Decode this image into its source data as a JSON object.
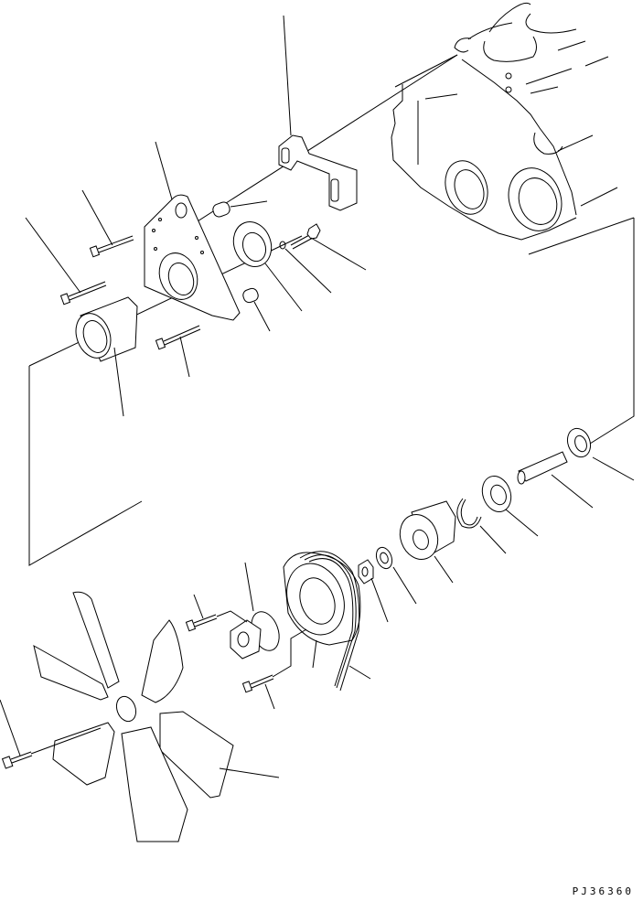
{
  "diagram": {
    "type": "exploded-parts-diagram",
    "subject": "engine front: fan drive, fan pulley, belt, fan, bracket",
    "drawing_code": "PJ36360",
    "colors": {
      "line": "#000000",
      "background": "#ffffff"
    },
    "parts": [
      {
        "name": "engine-front-cover"
      },
      {
        "name": "mounting-bracket"
      },
      {
        "name": "fan-support-plate"
      },
      {
        "name": "spacer-upper"
      },
      {
        "name": "spacer-lower"
      },
      {
        "name": "bearing-flange"
      },
      {
        "name": "washer"
      },
      {
        "name": "bolt-upper-right"
      },
      {
        "name": "bolt-upper-left"
      },
      {
        "name": "bolt-left"
      },
      {
        "name": "bolt-lower"
      },
      {
        "name": "bearing-housing"
      },
      {
        "name": "bearing-right"
      },
      {
        "name": "fan-shaft"
      },
      {
        "name": "bearing-left"
      },
      {
        "name": "snap-ring"
      },
      {
        "name": "hub-housing"
      },
      {
        "name": "washer-small"
      },
      {
        "name": "nut"
      },
      {
        "name": "fan-pulley"
      },
      {
        "name": "v-belt"
      },
      {
        "name": "fan-spacer-hub"
      },
      {
        "name": "bolt-hub"
      },
      {
        "name": "bolt-pulley"
      },
      {
        "name": "fan"
      },
      {
        "name": "bolt-fan"
      }
    ]
  }
}
